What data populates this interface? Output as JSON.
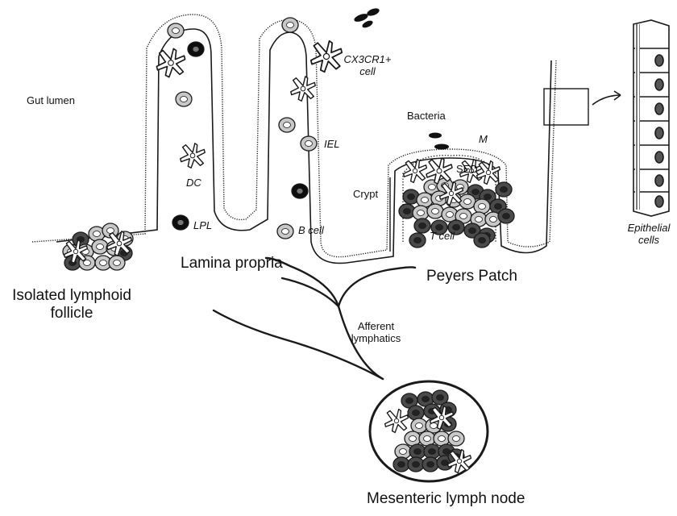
{
  "labels": {
    "gut_lumen": "Gut lumen",
    "dc": "DC",
    "lpl": "LPL",
    "b_cell": "B cell",
    "cx3cr1_line1": "CX3CR1+",
    "cx3cr1_line2": "cell",
    "iel": "IEL",
    "bacteria": "Bacteria",
    "m": "M",
    "sed": "SED",
    "crypt": "Crypt",
    "t_cell": "T cell",
    "epithelial_line1": "Epithelial",
    "epithelial_line2": "cells",
    "lamina_propria": "Lamina propria",
    "peyers_patch": "Peyers Patch",
    "isolated_follicle_line1": "Isolated lymphoid",
    "isolated_follicle_line2": "follicle",
    "afferent_line1": "Afferent",
    "afferent_line2": "lymphatics",
    "mesenteric": "Mesenteric lymph node"
  },
  "colors": {
    "outline": "#1a1a1a",
    "dark_cell": "#4a4a4a",
    "light_cell": "#c8c8c8",
    "black_cell": "#0d0d0d"
  }
}
